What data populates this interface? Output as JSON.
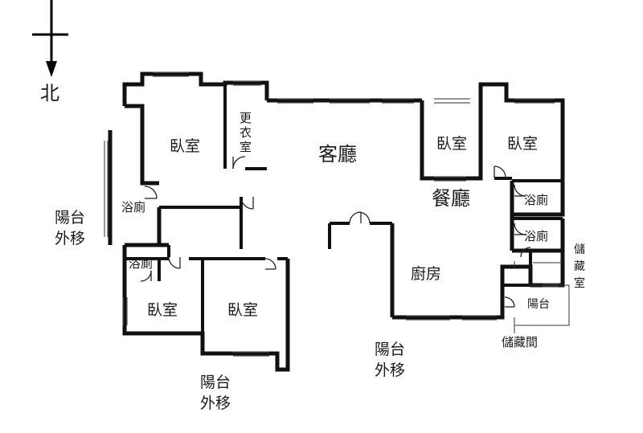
{
  "compass": {
    "label": "北"
  },
  "rooms": {
    "living_room": "客廳",
    "dining_room": "餐廳",
    "kitchen": "廚房",
    "bedroom_nw": "臥室",
    "dressing_room": [
      "更",
      "衣",
      "室"
    ],
    "bedroom_ne_1": "臥室",
    "bedroom_ne_2": "臥室",
    "bath_west": "浴廁",
    "bath_sw": "浴廁",
    "bedroom_sw_1": "臥室",
    "bedroom_sw_2": "臥室",
    "bath_east_1": "浴廁",
    "bath_east_2": "浴廁",
    "storage_room": [
      "儲",
      "藏",
      "室"
    ],
    "balcony_east": "陽台",
    "storage_closet": "儲藏間"
  },
  "notes": {
    "balcony_west": [
      "陽台",
      "外移"
    ],
    "balcony_south": [
      "陽台",
      "外移"
    ],
    "balcony_bottom": [
      "陽台",
      "外移"
    ]
  }
}
